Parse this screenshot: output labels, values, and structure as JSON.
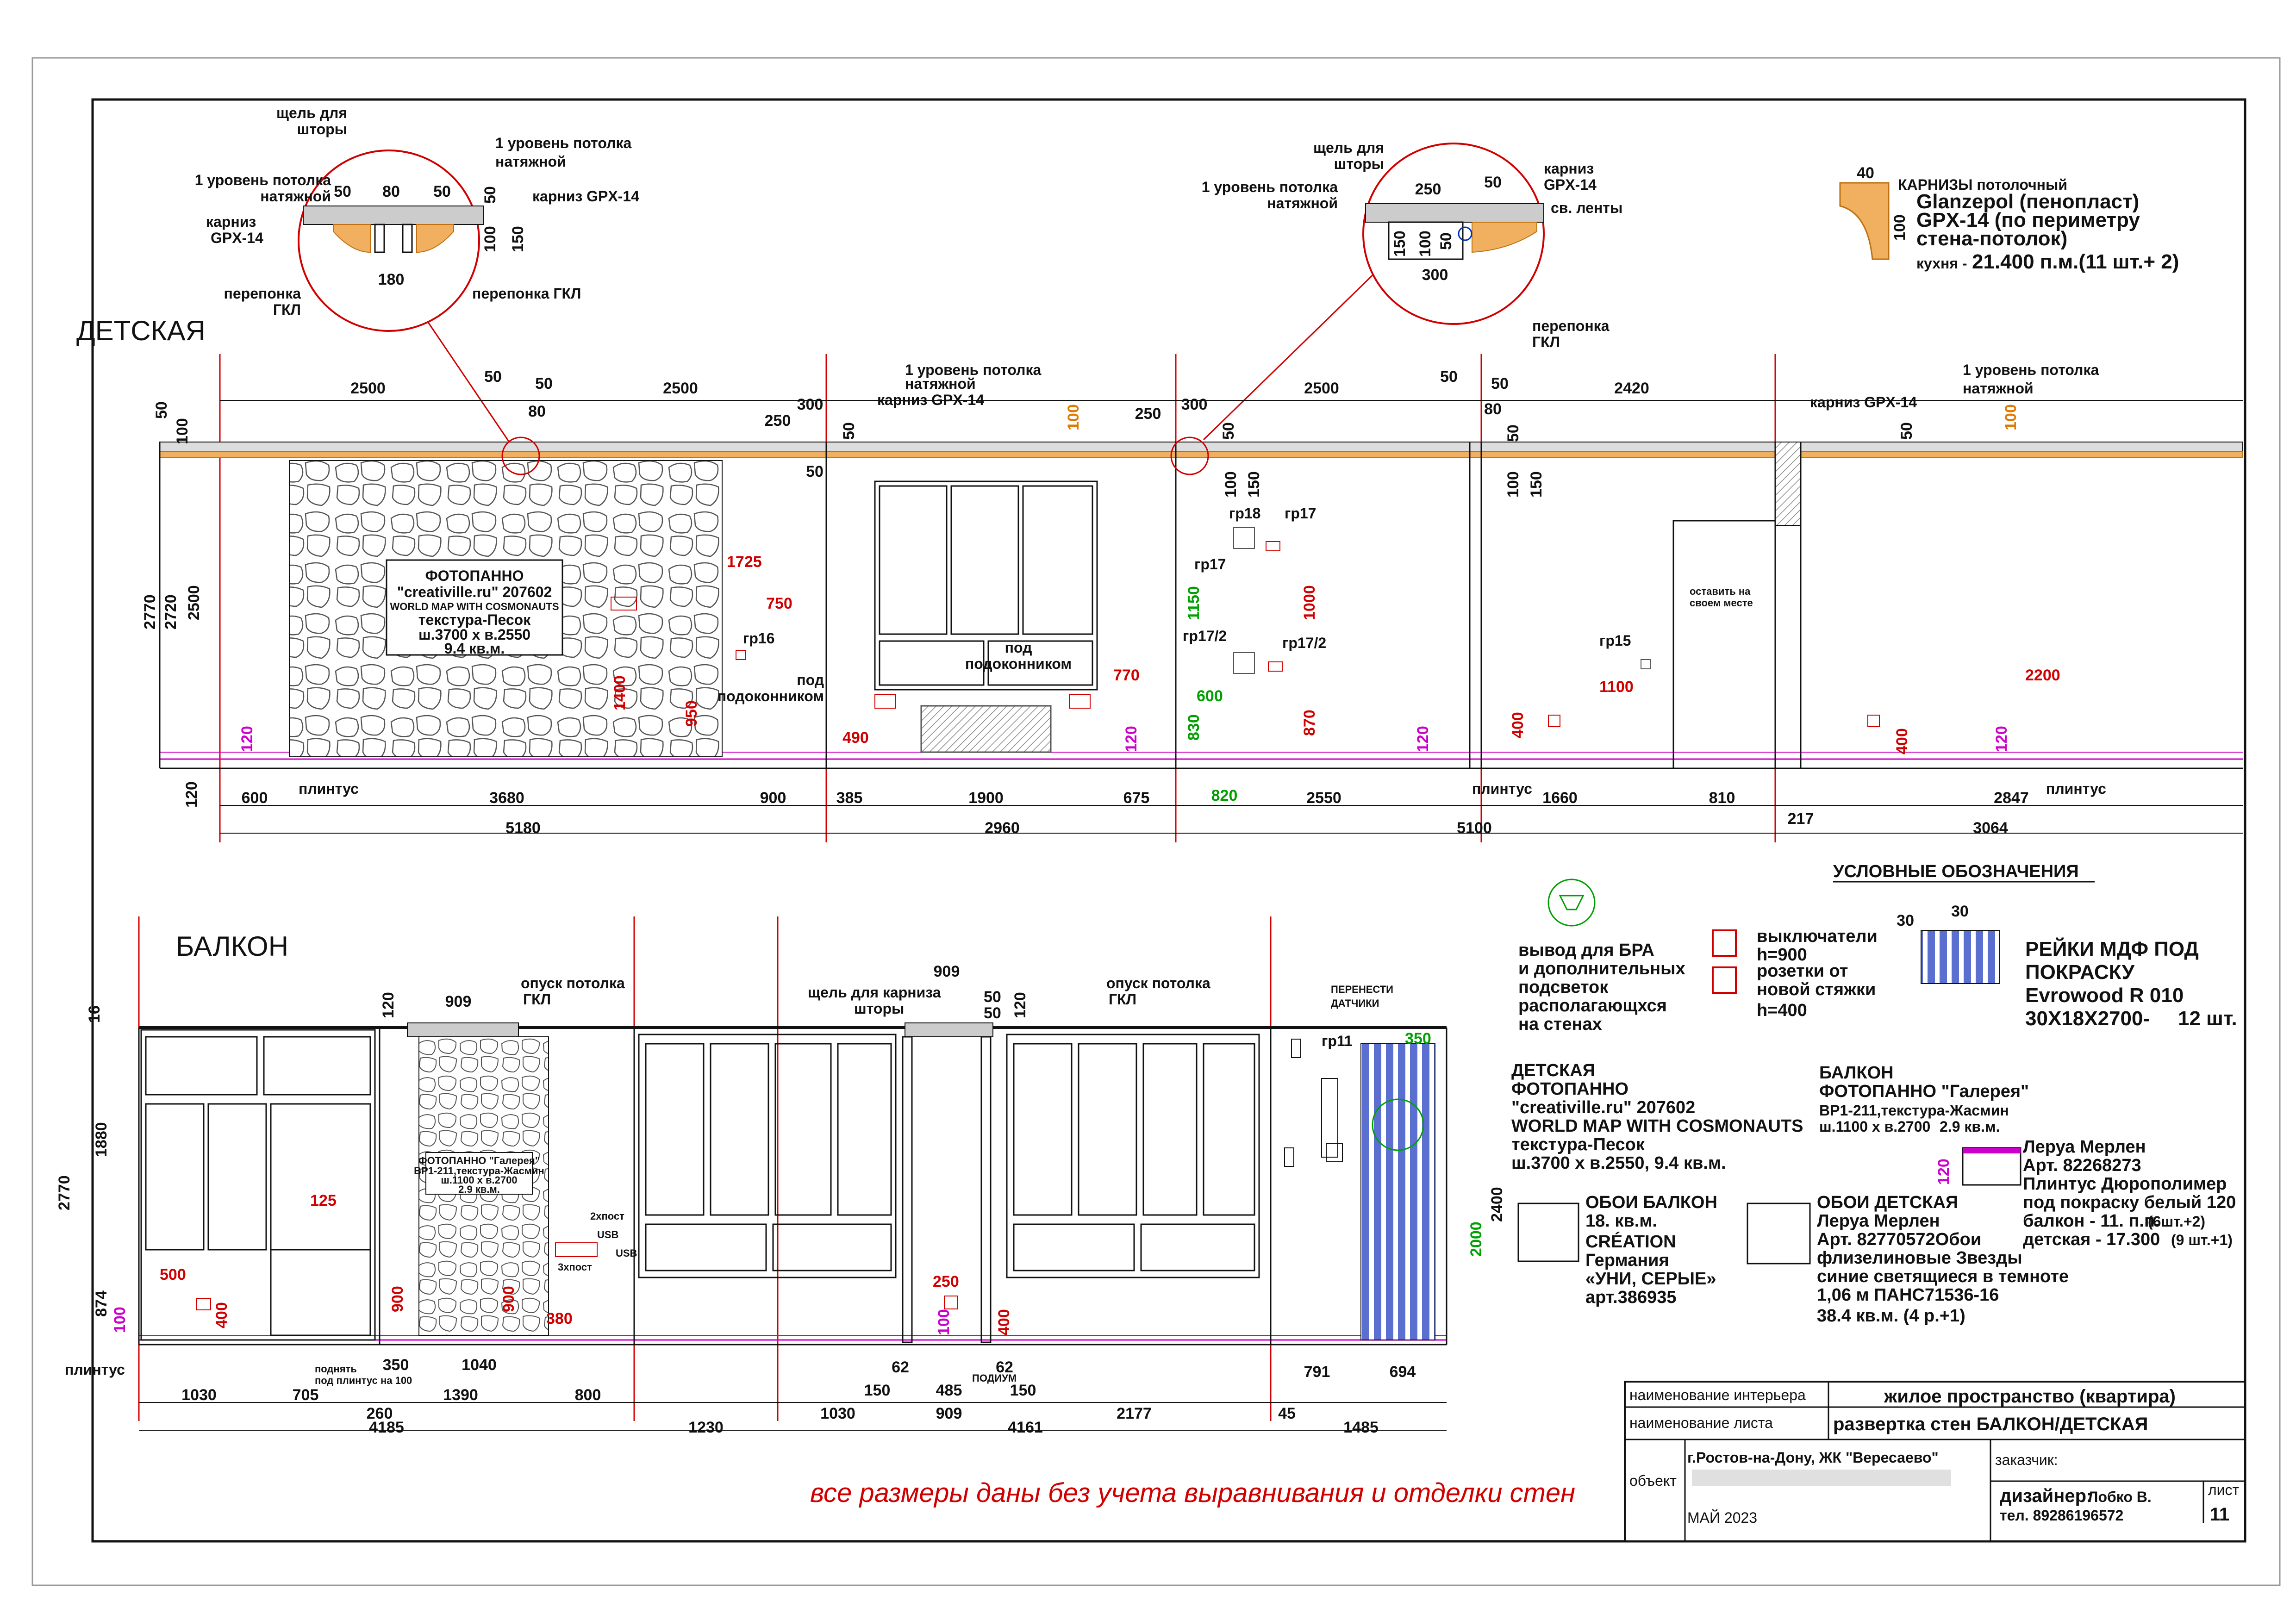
{
  "rooms": {
    "detskaya": "ДЕТСКАЯ",
    "balkon": "БАЛКОН"
  },
  "detail_left": {
    "shchel": "щель для\nшторы",
    "level1_left": "1 уровень потолка\nнатяжной",
    "level1_right": "1 уровень потолка\nнатяжной",
    "karniz_left": "карниз\nGPX-14",
    "karniz_right": "карниз GPX-14",
    "peregorodka_left": "перепонка\nГКЛ",
    "peregorodka_right": "перепонка ГКЛ",
    "d50a": "50",
    "d80": "80",
    "d50b": "50",
    "d50c": "50",
    "d100": "100",
    "d150": "150",
    "d180": "180"
  },
  "detail_right": {
    "shchel": "щель для\nшторы",
    "level1": "1 уровень потолка\nнатяжной",
    "karniz": "карниз\nGPX-14",
    "sv_lenty": "св. ленты",
    "peregorodka": "перепонка\nГКЛ",
    "d250": "250",
    "d50": "50",
    "d150": "150",
    "d100a": "100",
    "d50b": "50",
    "d300": "300"
  },
  "karnizy": {
    "d40": "40",
    "d100": "100",
    "line1": "КАРНИЗЫ потолочный",
    "line2": "Glanzepol (пенопласт)",
    "line3": "GPX-14  (по периметру",
    "line4": "стена-потолок)",
    "kitchen": "кухня -",
    "kitchen_val": "21.400 п.м.(11 шт.+ 2)"
  },
  "det_top_dims": [
    "2500",
    "2500",
    "50",
    "50",
    "80",
    "300",
    "250",
    "50",
    "300",
    "250",
    "2500",
    "50",
    "50",
    "80",
    "2420"
  ],
  "det_notes": {
    "level1_a": "1 уровень потолка\nнатяжной",
    "karniz_a": "карниз GPX-14",
    "level1_b": "1 уровень потолка\nнатяжной",
    "karniz_b": "карниз GPX-14",
    "v100a": "100",
    "v100b": "100",
    "v50a": "50",
    "v50b": "50",
    "v50c": "50",
    "v50d": "50",
    "v100c": "100",
    "v150a": "150",
    "v100d": "100",
    "v150b": "150"
  },
  "det_left_dims": [
    "50",
    "100",
    "2770",
    "2720",
    "2500",
    "120"
  ],
  "photopanel": {
    "l1": "ФОТОПАННО",
    "l2": "\"creativille.ru\" 207602",
    "l3": "WORLD MAP WITH COSMONAUTS",
    "l4": "текстура-Песок",
    "l5": "ш.3700 х в.2550",
    "l6": "9.4 кв.м."
  },
  "det_inner": {
    "d1725": "1725",
    "d750": "750",
    "gr16": "гр16",
    "d1400": "1400",
    "d950": "950",
    "pod_podok_a": "под\nподоконником",
    "d490": "490",
    "pod_podok_b": "под\nподоконником",
    "d770": "770",
    "gr18": "гр18",
    "gr17a": "гр17",
    "gr17b": "гр17",
    "gr17_2a": "гр17/2",
    "gr17_2b": "гр17/2",
    "d1150": "1150",
    "d1000": "1000",
    "d600": "600",
    "d830": "830",
    "d870": "870",
    "ostavit": "оставить на\nсвоем месте",
    "gr15": "гр15",
    "d1100": "1100",
    "d400a": "400",
    "d2200": "2200",
    "d400b": "400",
    "p120a": "120",
    "p120b": "120",
    "p120c": "120",
    "p120d": "120",
    "plintus_a": "плинтус",
    "plintus_b": "плинтус",
    "plintus_c": "плинтус"
  },
  "det_bottom_dims": [
    "600",
    "3680",
    "900",
    "385",
    "1900",
    "675",
    "820",
    "2550",
    "1660",
    "810",
    "217",
    "2847"
  ],
  "det_total_dims": [
    "5180",
    "2960",
    "5100",
    "3064"
  ],
  "legend": {
    "title": "УСЛОВНЫЕ ОБОЗНАЧЕНИЯ",
    "bra": "вывод для БРА\nи дополнительных\nподсветок\nрасполагающхся\nна стенах",
    "switch": "выключатели\nh=900",
    "socket": "розетки от\nновой стяжки\nh=400",
    "d30a": "30",
    "d30b": "30",
    "reiki1": "РЕЙКИ МДФ ПОД",
    "reiki2": "ПОКРАСКУ",
    "reiki3": "Evrowood R 010",
    "reiki4": "30Х18Х2700-",
    "reiki_qty": "12 шт."
  },
  "spec": {
    "det_head": "ДЕТСКАЯ",
    "det_l1": "ФОТОПАННО",
    "det_l2": "\"creativille.ru\" 207602",
    "det_l3": "WORLD MAP WITH COSMONAUTS",
    "det_l4": "текстура-Песок",
    "det_l5": "ш.3700 х в.2550, 9.4 кв.м.",
    "bal_head": "БАЛКОН",
    "bal_l1": "ФОТОПАННО \"Галерея\"",
    "bal_l2": "ВР1-211,текстура-Жасмин",
    "bal_l3": "ш.1100 х в.2700",
    "bal_l3b": "2.9 кв.м.",
    "leroy1": "Леруа Мерлен",
    "leroy2": "Арт. 82268273",
    "leroy3": "Плинтус  Дюрополимер",
    "leroy4": "под покраску белый 120",
    "leroy5": "балкон - 11. п.п.",
    "leroy5b": "(6шт.+2)",
    "leroy6": "детская - 17.300",
    "leroy6b": "(9 шт.+1)",
    "d120": "120",
    "oboi_bal_head": "ОБОИ БАЛКОН",
    "oboi_bal_area": "18. кв.м.",
    "oboi_bal_l1": "CRÉATION",
    "oboi_bal_l2": "Германия",
    "oboi_bal_l3": "«УНИ, СЕРЫЕ»",
    "oboi_bal_l4": "арт.386935",
    "oboi_det_head": "ОБОИ ДЕТСКАЯ",
    "oboi_det_l1": "Леруа Мерлен",
    "oboi_det_l2": "Арт. 82770572Обои",
    "oboi_det_l3": "флизелиновые Звезды",
    "oboi_det_l4": "синие светящиеся в темноте",
    "oboi_det_l5": "1,06 м ПАНС71536-16",
    "oboi_det_l6": "38.4 кв.м. (4 р.+1)"
  },
  "bal_notes": {
    "opusk1": "опуск потолка\nГКЛ",
    "shchel": "щель для карниза\nшторы",
    "opusk2": "опуск потолка\nГКЛ",
    "perenesti": "ПЕРЕНЕСТИ\nДАТЧИКИ",
    "gr11": "гр11",
    "d350": "350",
    "d909a": "909",
    "d909b": "909",
    "d120a": "120",
    "d120b": "120",
    "d50a": "50",
    "d50b": "50",
    "d16": "16",
    "d2770": "2770",
    "d1880": "1880",
    "d874": "874",
    "d100": "100",
    "d125": "125",
    "d500": "500",
    "d400a": "400",
    "d900a": "900",
    "d900b": "900",
    "d380": "380",
    "d250": "250",
    "d100b": "100",
    "d400b": "400",
    "d2400": "2400",
    "d2000": "2000",
    "panel_small": "ФОТОПАННО \"Галерея\"\nВР1-211,текстура-Жасмин\nш.1100 х в.2700\n2.9 кв.м.",
    "xpost1": "2хпост",
    "xpost2": "3хпост",
    "usb1": "USB",
    "usb2": "USB",
    "plintus": "плинтус",
    "podnyat": "поднять\nпод плинтус на 100",
    "podium": "ПОДИУМ"
  },
  "bal_bottom_dims": [
    "1030",
    "705",
    "350",
    "1390",
    "260",
    "1040",
    "800",
    "4185",
    "1230",
    "62",
    "62",
    "150",
    "485",
    "150",
    "1030",
    "909",
    "2177",
    "4161",
    "45",
    "791",
    "694",
    "1485"
  ],
  "stamp": {
    "naim_int_label": "наименование интерьера",
    "naim_int_val": "жилое пространство (квартира)",
    "naim_list_label": "наименование листа",
    "naim_list_val": "развертка стен БАЛКОН/ДЕТСКАЯ",
    "obj_label": "объект",
    "obj_val": "г.Ростов-на-Дону, ЖК \"Вересаево\"",
    "zakazchik": "заказчик:",
    "designer_label": "дизайнер:",
    "designer_name": "Лобко В.",
    "tel": "тел. 89286196572",
    "list_label": "лист",
    "list_no": "11",
    "date": "МАЙ 2023"
  },
  "footnote": "все размеры даны без учета  выравнивания и отделки стен",
  "colors": {
    "red": "#d00000",
    "orange": "#e07a00",
    "magenta": "#cc00cc",
    "green": "#00a000",
    "blue_slats": "#5a6fd0",
    "cornice": "#f0b060"
  }
}
